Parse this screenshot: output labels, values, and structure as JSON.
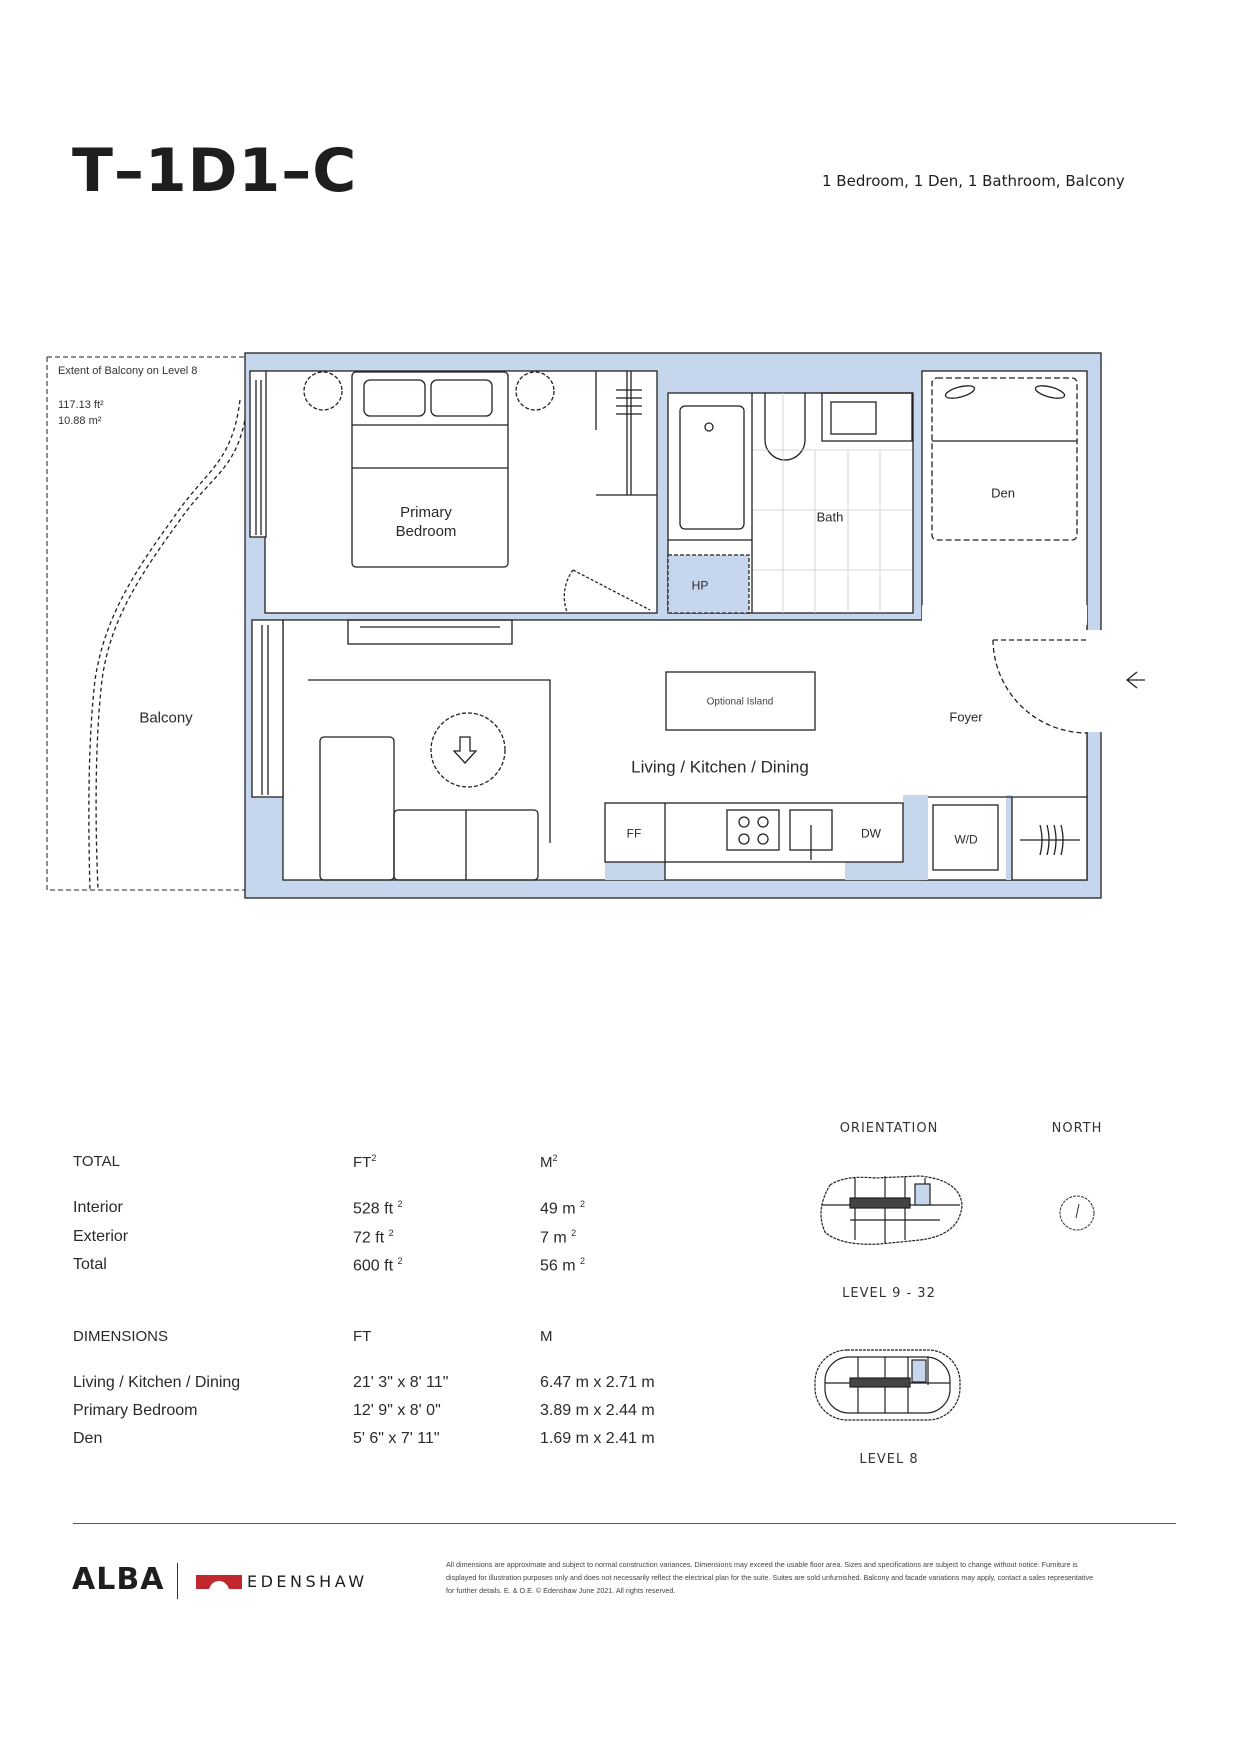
{
  "header": {
    "title": "T–1D1–C",
    "subtitle": "1 Bedroom, 1 Den, 1 Bathroom, Balcony"
  },
  "plan": {
    "balcony_extent": "Extent of Balcony on Level 8",
    "balcony_ft": "117.13 ft²",
    "balcony_m": "10.88 m²",
    "rooms": {
      "bedroom_1": "Primary",
      "bedroom_2": "Bedroom",
      "bath": "Bath",
      "den": "Den",
      "hp": "HP",
      "balcony": "Balcony",
      "island": "Optional Island",
      "foyer": "Foyer",
      "living": "Living / Kitchen / Dining",
      "ff": "FF",
      "dw": "DW",
      "wd": "W/D"
    },
    "wall_color": "#c6d6ec"
  },
  "areas": {
    "header": {
      "label": "TOTAL",
      "ft": "FT",
      "m": "M",
      "sup": "2"
    },
    "rows": [
      {
        "label": "Interior",
        "ft": "528 ft",
        "m": "49 m",
        "sup": "2"
      },
      {
        "label": "Exterior",
        "ft": "72 ft",
        "m": "7 m",
        "sup": "2"
      },
      {
        "label": "Total",
        "ft": "600 ft",
        "m": "56 m",
        "sup": "2"
      }
    ]
  },
  "dimensions": {
    "header": {
      "label": "DIMENSIONS",
      "ft": "FT",
      "m": "M"
    },
    "rows": [
      {
        "label": "Living / Kitchen / Dining",
        "ft": "21' 3\" x 8' 11\"",
        "m": "6.47 m x 2.71 m"
      },
      {
        "label": "Primary Bedroom",
        "ft": "12' 9\" x 8' 0\"",
        "m": "3.89 m x 2.44 m"
      },
      {
        "label": "Den",
        "ft": "5' 6\" x 7' 11\"",
        "m": "1.69 m x 2.41 m"
      }
    ]
  },
  "orientation": {
    "label": "ORIENTATION",
    "north": "NORTH",
    "level_a": "LEVEL 9 - 32",
    "level_b": "LEVEL 8"
  },
  "footer": {
    "brand": "ALBA",
    "developer": "EDENSHAW",
    "brand_red": "#c0282d",
    "disclaimer": "All dimensions are approximate and subject to normal construction variances. Dimensions may exceed the usable floor area. Sizes and specifications are subject to change without notice. Furniture is displayed for illustration purposes only and does not necessarily reflect the electrical plan for the suite. Suites are sold unfurnished. Balcony and facade variations may apply, contact a sales representative for further details. E. & O.E. © Edenshaw June 2021. All rights reserved."
  }
}
